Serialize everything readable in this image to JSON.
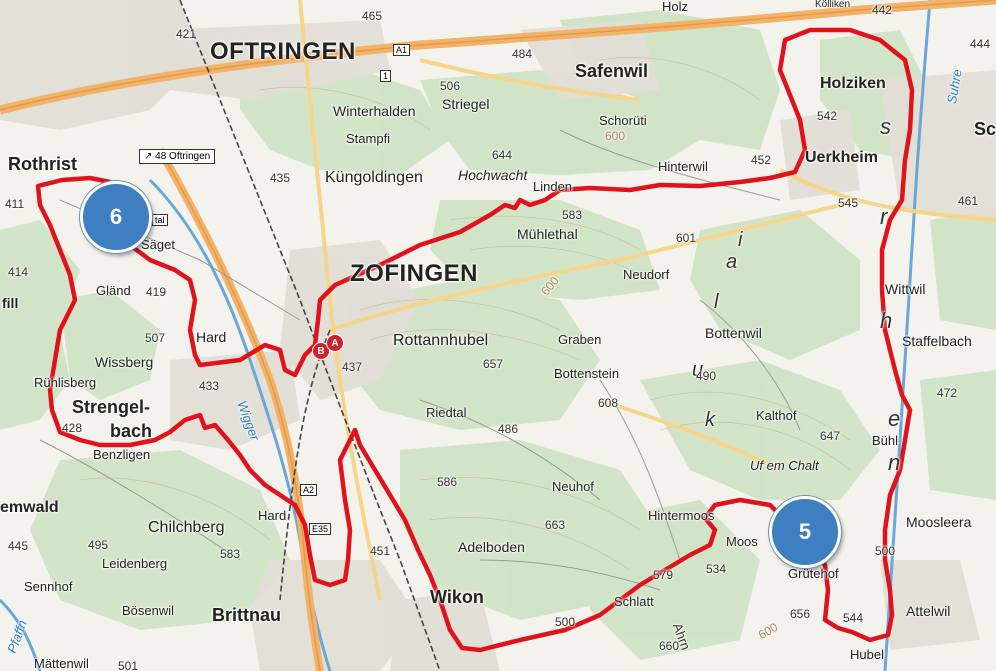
{
  "map": {
    "route_color": "#e0131d",
    "marker_color": "#3d7fc1",
    "towns": {
      "oftringen": "OFTRINGEN",
      "zofingen": "ZOFINGEN",
      "rothrist": "Rothrist",
      "strengelbach_1": "Strengel-",
      "strengelbach_2": "bach",
      "safenwil": "Safenwil",
      "brittnau": "Brittnau",
      "wikon": "Wikon",
      "holziken": "Holziken",
      "uerkheim": "Uerkheim"
    },
    "places": {
      "winterhalden": "Winterhalden",
      "striegel": "Striegel",
      "stampfi": "Stampfi",
      "schoruti": "Schorüti",
      "kungoldingen": "Küngoldingen",
      "hochwacht": "Hochwacht",
      "linden": "Linden",
      "hinterwil": "Hinterwil",
      "muehlethal": "Mühlethal",
      "neudorf": "Neudorf",
      "bottenwil": "Bottenwil",
      "wittwil": "Wittwil",
      "staffelbach": "Staffelbach",
      "rottannhubel": "Rottannhubel",
      "graben": "Graben",
      "bottenstein": "Bottenstein",
      "riedtal": "Riedtal",
      "kalthof": "Kalthof",
      "buhl": "Bühl",
      "uf_em_chalt": "Uf em Chalt",
      "neuhof": "Neuhof",
      "hintermoos": "Hintermoos",
      "moos": "Moos",
      "mooslee": "Moosleera",
      "grutehof": "Grütehof",
      "attelwil": "Attelwil",
      "hubel": "Hubel",
      "adelboden": "Adelboden",
      "schlatt": "Schlatt",
      "saget": "Säget",
      "gland": "Gländ",
      "hard": "Hard",
      "wissberg": "Wissberg",
      "ruhlisberg": "Rühlisberg",
      "benzligen": "Benzligen",
      "emwald": "emwald",
      "chilchberg": "Chilchberg",
      "leidenberg": "Leidenberg",
      "sennhof": "Sennhof",
      "bosenwil": "Bösenwil",
      "mattenwil": "Mättenwil",
      "fill": "fill",
      "hard2": "Hard",
      "sc": "Sc",
      "holz": "Holz",
      "kolliken": "Kölliken"
    },
    "water": {
      "wigger": "Wigger",
      "suhre": "Suhre",
      "pfaffnern": "Pfaffn",
      "uerke_1": "u",
      "uerke_2": "k",
      "uerke_3": "e",
      "uerke_4": "n",
      "ahrn": "Ahrn",
      "s": "s",
      "h": "h",
      "a": "a",
      "l": "l",
      "i": "i",
      "r": "r"
    },
    "heights": [
      "465",
      "421",
      "506",
      "484",
      "442",
      "444",
      "542",
      "452",
      "545",
      "461",
      "435",
      "644",
      "583",
      "601",
      "419",
      "507",
      "433",
      "428",
      "437",
      "657",
      "490",
      "608",
      "486",
      "647",
      "472",
      "586",
      "663",
      "445",
      "495",
      "583",
      "451",
      "579",
      "534",
      "500",
      "656",
      "544",
      "500",
      "660",
      "501",
      "600",
      "600",
      "600",
      "411",
      "414"
    ],
    "road_signs": {
      "oftringen_sign": "↗ 48 Oftringen",
      "a1": "A1",
      "one": "1",
      "a2": "A2",
      "e35": "E35",
      "tal": "tal"
    },
    "pins": {
      "a": "A",
      "b": "B"
    },
    "markers": [
      {
        "label": "6"
      },
      {
        "label": "5"
      }
    ]
  }
}
